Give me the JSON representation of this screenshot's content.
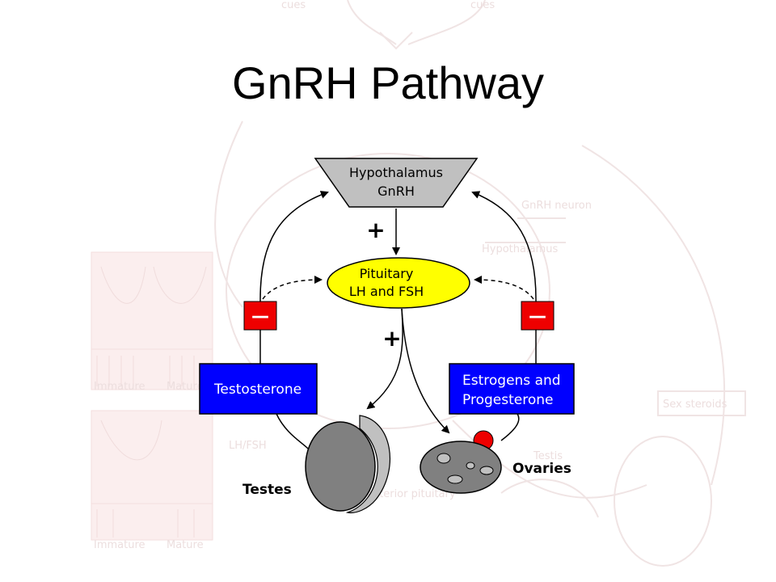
{
  "slide": {
    "title": "GnRH Pathway"
  },
  "diagram": {
    "hypothalamus": {
      "line1": "Hypothalamus",
      "line2": "GnRH",
      "color": "#c0c0c0"
    },
    "pituitary": {
      "line1": "Pituitary",
      "line2": "LH and FSH",
      "color": "#ffff00"
    },
    "testosterone": {
      "label": "Testosterone",
      "color": "#0000ff"
    },
    "estrogens": {
      "line1": "Estrogens and",
      "line2": "Progesterone",
      "color": "#0000ff"
    },
    "testes": {
      "label": "Testes"
    },
    "ovaries": {
      "label": "Ovaries"
    },
    "plus_top": "+",
    "plus_mid": "+",
    "minus_left": "—",
    "minus_right": "—",
    "inhibit_color": "#ee0000"
  },
  "background": {
    "labels": [
      "cues",
      "cues",
      "GnRH neuron",
      "Hypothalamus",
      "Sex steroids",
      "LH/FSH",
      "Testis",
      "Anterior pituitary",
      "Immature",
      "Mature",
      "Immature",
      "Mature"
    ]
  }
}
